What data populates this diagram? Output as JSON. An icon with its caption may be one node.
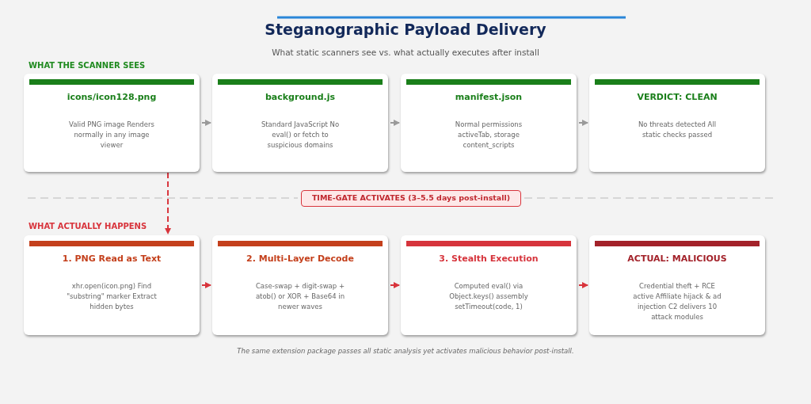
{
  "diagram": {
    "title": "Steganographic Payload Delivery",
    "caption": "The same extension package passes all static analysis yet activates malicious behavior post-install.",
    "nodes": [
      {
        "text": [
          "icons/icon128.png",
          "Valid PNG image Renders normally in any image viewer"
        ]
      },
      {
        "text": [
          "background.js",
          "Standard JavaScript No eval() or fetch to suspicious domains"
        ]
      },
      {
        "text": [
          "manifest.json",
          "Normal permissions activeTab, storage content_scripts"
        ]
      },
      {
        "text": [
          "VERDICT: CLEAN",
          "No threats detected All static checks passed"
        ]
      },
      {
        "text": [
          "TIME-GATE ACTIVATES (3–5.5 days post-install)"
        ]
      },
      {
        "text": [
          "1. PNG Read as Text",
          "xhr.open(icon.png) Find \"substring\" marker Extract hidden bytes"
        ]
      },
      {
        "text": [
          "2. Multi-Layer Decode",
          "Case-swap + digit-swap + atob() or XOR + Base64 in newer waves"
        ]
      },
      {
        "text": [
          "3. Stealth Execution",
          "Computed eval() via Object.keys() assembly setTimeout(code, 1)"
        ]
      },
      {
        "text": [
          "ACTUAL: MALICIOUS",
          "Credential theft + RCE active Affiliate hijack & ad injection C2 delivers 10 attack modules"
        ]
      }
    ],
    "edges": [
      {
        "from": 0,
        "to": 1,
        "arrow": "to",
        "color": "#9a9a9a"
      },
      {
        "from": 1,
        "to": 2,
        "arrow": "to",
        "color": "#9a9a9a"
      },
      {
        "from": 2,
        "to": 3,
        "arrow": "to",
        "color": "#9a9a9a"
      },
      {
        "from": 0,
        "to": 5,
        "arrow": "to",
        "style": "dashed",
        "color": "#d8343c"
      },
      {
        "from": 5,
        "to": 6,
        "arrow": "to",
        "color": "#d8343c"
      },
      {
        "from": 6,
        "to": 7,
        "arrow": "to",
        "color": "#d8343c"
      },
      {
        "from": 7,
        "to": 8,
        "arrow": "to",
        "color": "#d8343c"
      }
    ],
    "labels": [
      "What static scanners see vs. what actually executes after install",
      "WHAT THE SCANNER SEES",
      "WHAT ACTUALLY HAPPENS"
    ]
  }
}
